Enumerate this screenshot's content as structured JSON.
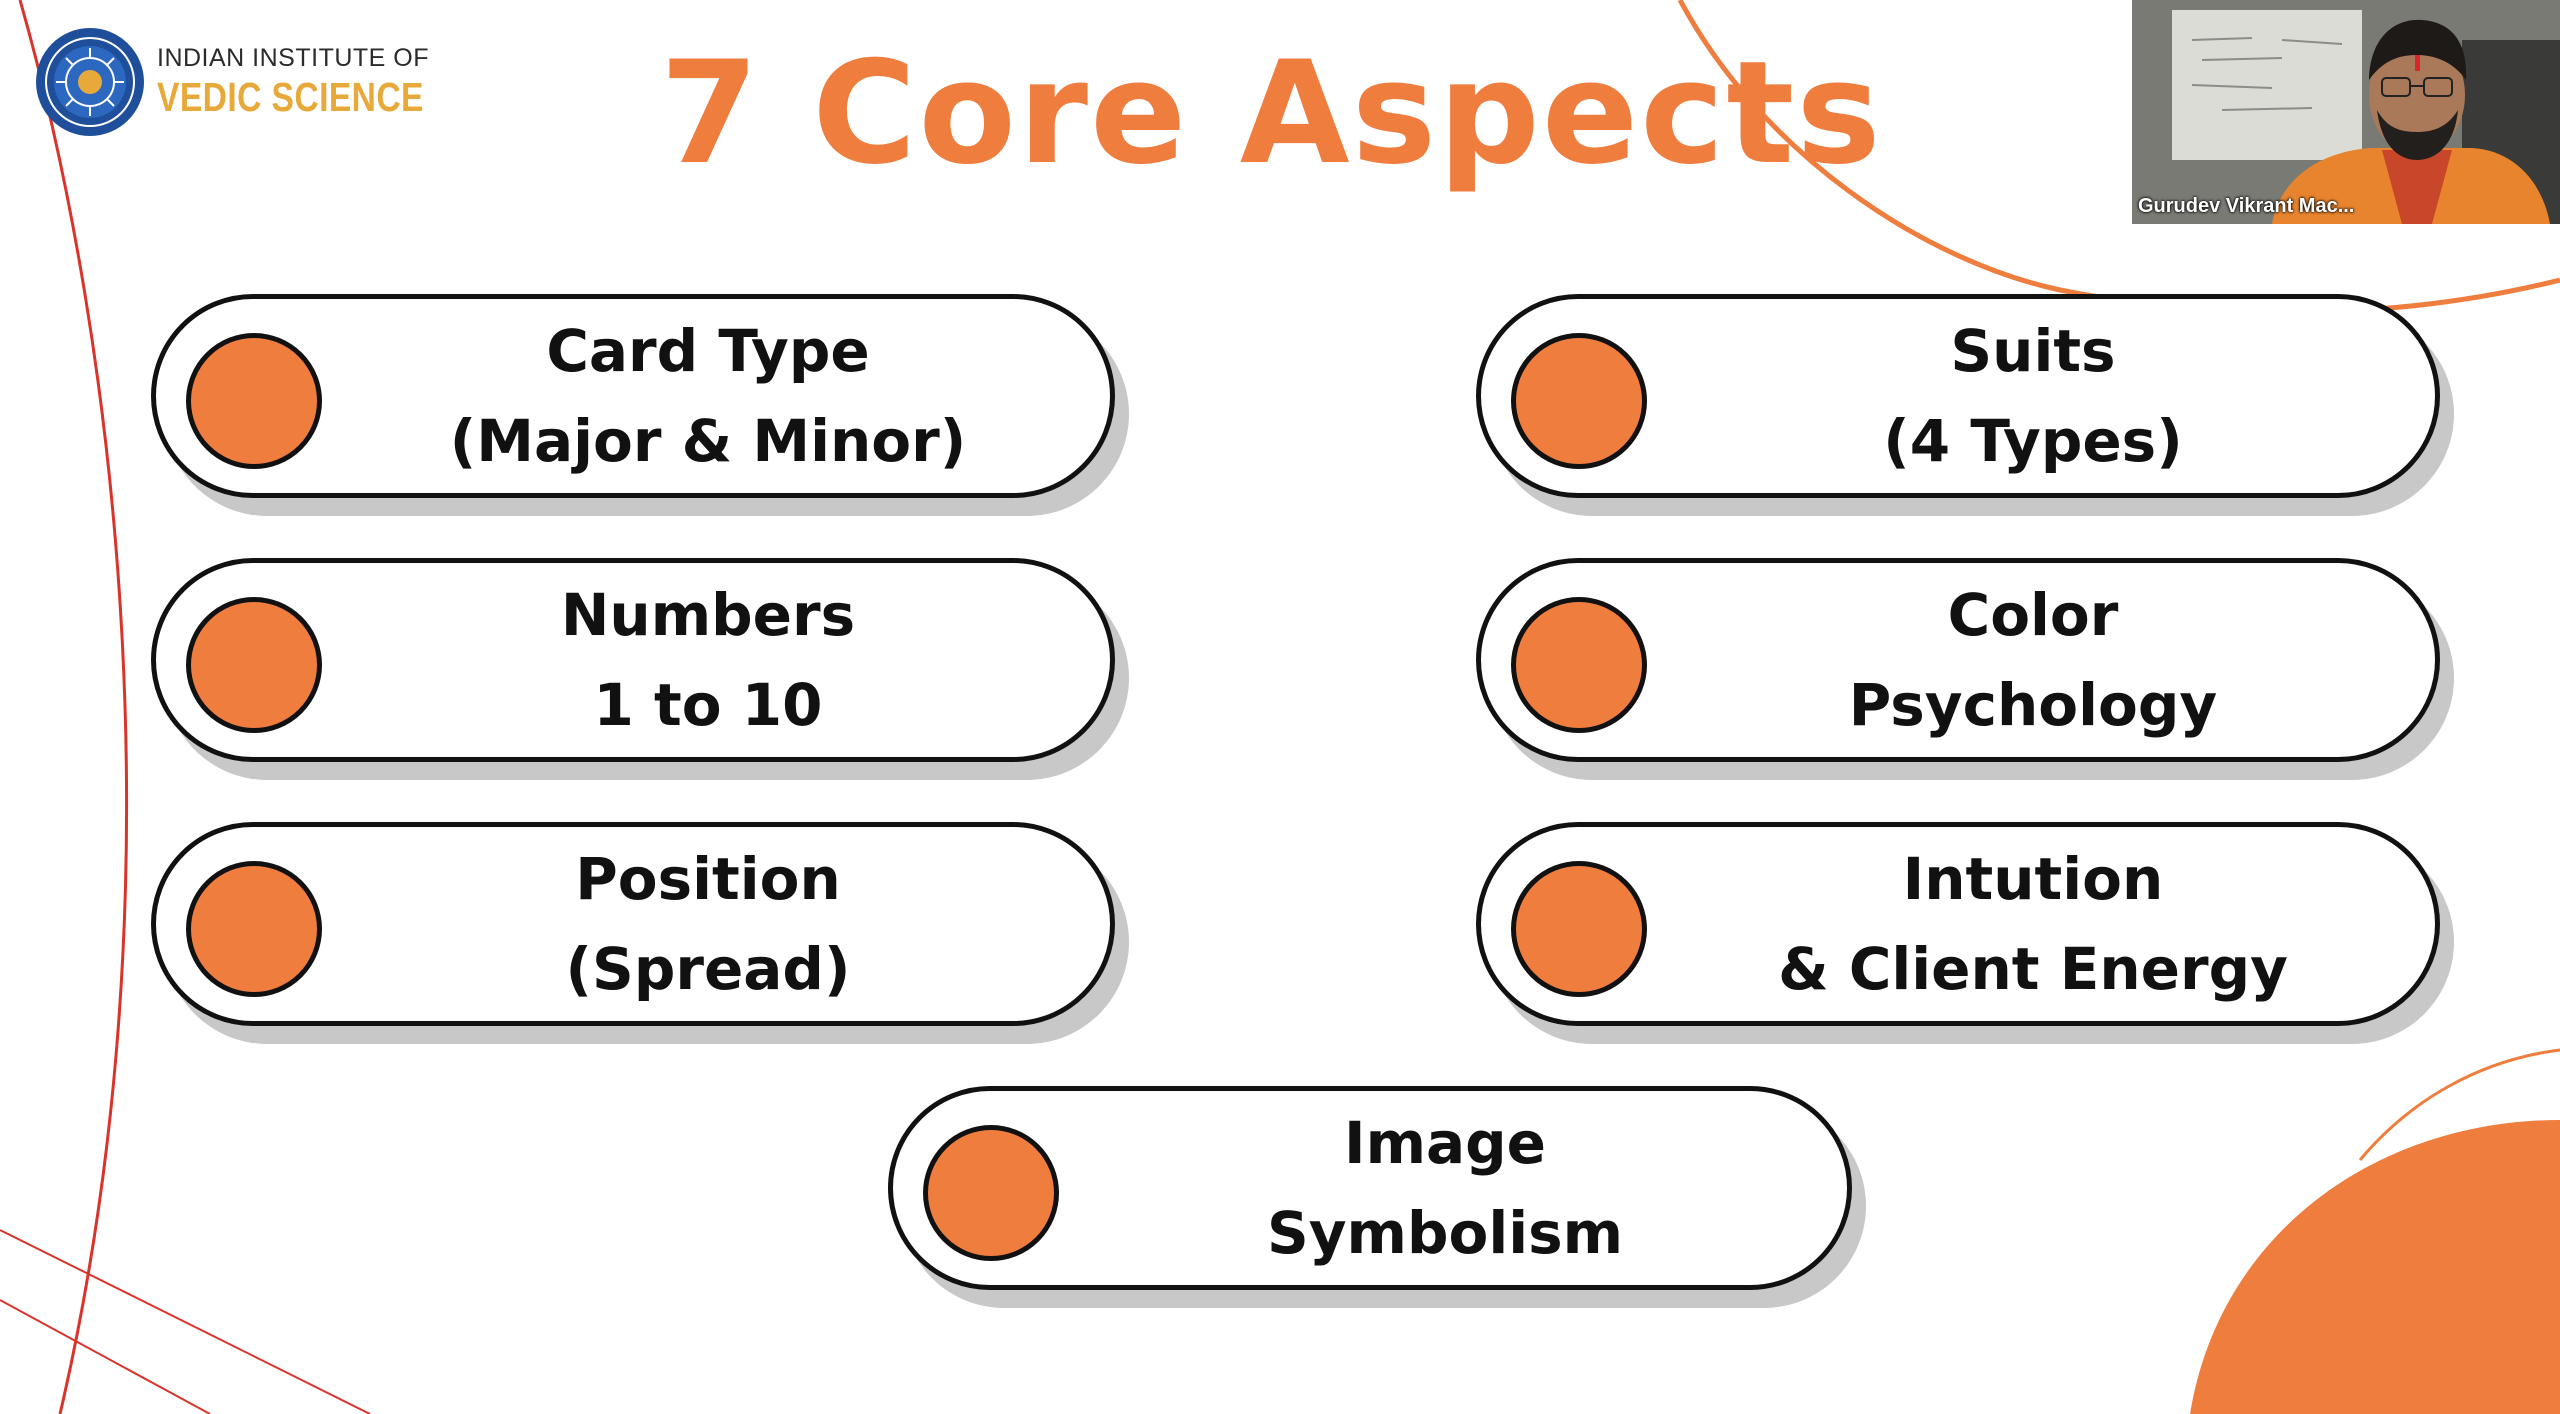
{
  "logo": {
    "line1": "INDIAN INSTITUTE OF",
    "line2": "VEDIC SCIENCE"
  },
  "slide": {
    "title": "7 Core Aspects",
    "aspects": [
      {
        "line1": "Card Type",
        "line2": "(Major & Minor)"
      },
      {
        "line1": "Suits",
        "line2": "(4 Types)"
      },
      {
        "line1": "Numbers",
        "line2": "1 to 10"
      },
      {
        "line1": "Color",
        "line2": "Psychology"
      },
      {
        "line1": "Position",
        "line2": "(Spread)"
      },
      {
        "line1": "Intution",
        "line2": "& Client Energy"
      },
      {
        "line1": "Image",
        "line2": "Symbolism"
      }
    ]
  },
  "video": {
    "participant_name": "Gurudev Vikrant Mac..."
  },
  "colors": {
    "accent": "#ee7d3e",
    "logo_gold": "#e7a93a",
    "logo_blue": "#1f4f9a",
    "outline": "#111111",
    "shadow": "#c8c8c8",
    "deco_line": "#d9342b"
  }
}
